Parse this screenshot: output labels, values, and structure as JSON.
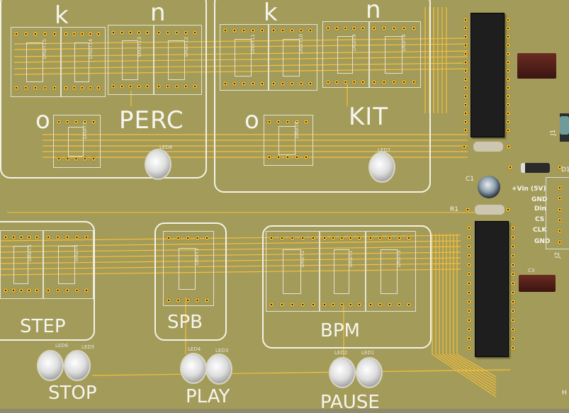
{
  "board": {
    "color": "#a39b5a",
    "copper_color": "#f5c03a",
    "silk_color": "#f6f5ee"
  },
  "sections": {
    "perc": {
      "title": "PERC",
      "labels": [
        "k",
        "n",
        "o"
      ]
    },
    "kit": {
      "title": "KIT",
      "labels": [
        "k",
        "n",
        "o"
      ]
    },
    "step": {
      "title": "STEP"
    },
    "spb": {
      "title": "SPB"
    },
    "bpm": {
      "title": "BPM"
    }
  },
  "digits": [
    "DIGIT15",
    "DIGIT14",
    "DIGIT13",
    "DIGIT12",
    "DIGIT11",
    "DIGIT10",
    "DIGIT9",
    "DIGIT8",
    "DIGIT7",
    "DIGIT6",
    "DIGIT5",
    "DIGIT4",
    "DIGIT3",
    "DIGIT2",
    "DIGIT1",
    "DIGIT0"
  ],
  "leds": [
    "LED8",
    "LED7",
    "LED6",
    "LED5",
    "LED4",
    "LED3",
    "LED2",
    "LED1"
  ],
  "buttons": {
    "stop": "STOP",
    "play": "PLAY",
    "pause": "PAUSE"
  },
  "components": {
    "c1": "C1",
    "c3": "C3",
    "r1": "R1",
    "d1": "D1",
    "j1": "J1",
    "j2": "J2",
    "h": "H"
  },
  "connector_pins": [
    "+Vin (5V)",
    "GND",
    "Din",
    "CS",
    "CLK",
    "GND"
  ]
}
